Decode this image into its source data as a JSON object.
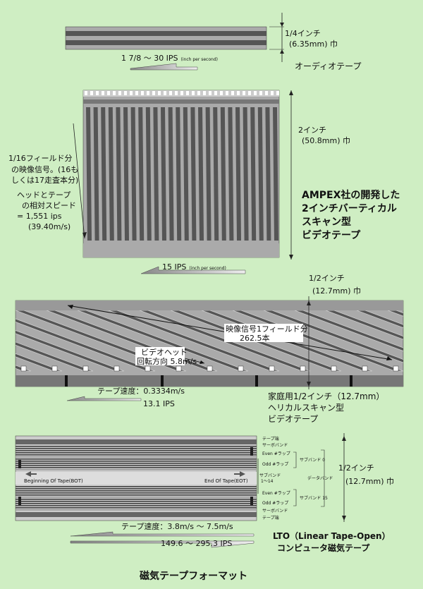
{
  "title": "磁気テープフォーマット",
  "audio": {
    "width_line1": "1/4インチ",
    "width_line2": "(6.35mm) 巾",
    "speed_main": "1 7/8 ～ 30 IPS",
    "speed_note": "(inch per second)",
    "name": "オーディオテープ"
  },
  "ampex": {
    "width_line1": "2インチ",
    "width_line2": "(50.8mm) 巾",
    "field_line1": "1/16フィールド分",
    "field_line2": "の映像信号。(16も",
    "field_line3": "しくは17走査本分)",
    "rel_line1": "ヘッドとテープ",
    "rel_line2": "の相対スピード",
    "rel_line3": "= 1,551 ips",
    "rel_line4": "(39.40m/s)",
    "name_line1": "AMPEX社の開発した",
    "name_line2": "2インチバーティカル",
    "name_line3": "スキャン型",
    "name_line4": "ビデオテープ",
    "speed_main": "15 IPS",
    "speed_note": "(inch per second)"
  },
  "helical": {
    "width_line1": "1/2インチ",
    "width_line2": "(12.7mm) 巾",
    "field_line1": "映像信号1フィールド分",
    "field_line2": "262.5本",
    "head_line1": "ビデオヘッド",
    "head_line2": "回転方向 5.8m/s",
    "tape_speed": "テープ速度：0.3334m/s",
    "tape_ips": "13.1 IPS",
    "name_line1": "家庭用1/2インチ（12.7mm）",
    "name_line2": "ヘリカルスキャン型",
    "name_line3": "ビデオテープ"
  },
  "lto": {
    "width_line1": "1/2インチ",
    "width_line2": "(12.7mm) 巾",
    "bot": "Beginning Of Tape(BOT)",
    "eot": "End Of Tape(EOT)",
    "subband_range": "サブバンド\n1～14",
    "label_tape_edge_top": "テープ端",
    "label_servo_top": "サーボバンド",
    "label_even_top": "Even #ラップ",
    "label_odd_top": "Odd #ラップ",
    "label_subband0": "サブバンド 0",
    "label_databand": "データバンド",
    "label_even_bottom": "Even #ラップ",
    "label_odd_bottom": "Odd #ラップ",
    "label_subband15": "サブバンド 15",
    "label_servo_bottom": "サーボバンド",
    "label_tape_edge_bottom": "テープ端",
    "tape_speed": "テープ速度：3.8m/s ～ 7.5m/s",
    "tape_ips": "149.6 ～ 295.3 IPS",
    "name_line1": "LTO（Linear Tape-Open）",
    "name_line2": "コンピュータ磁気テープ"
  },
  "colors": {
    "background": "#cfeec3",
    "tape_gray": "#aaaaaa",
    "track_dark": "#555555",
    "white": "#ffffff"
  }
}
